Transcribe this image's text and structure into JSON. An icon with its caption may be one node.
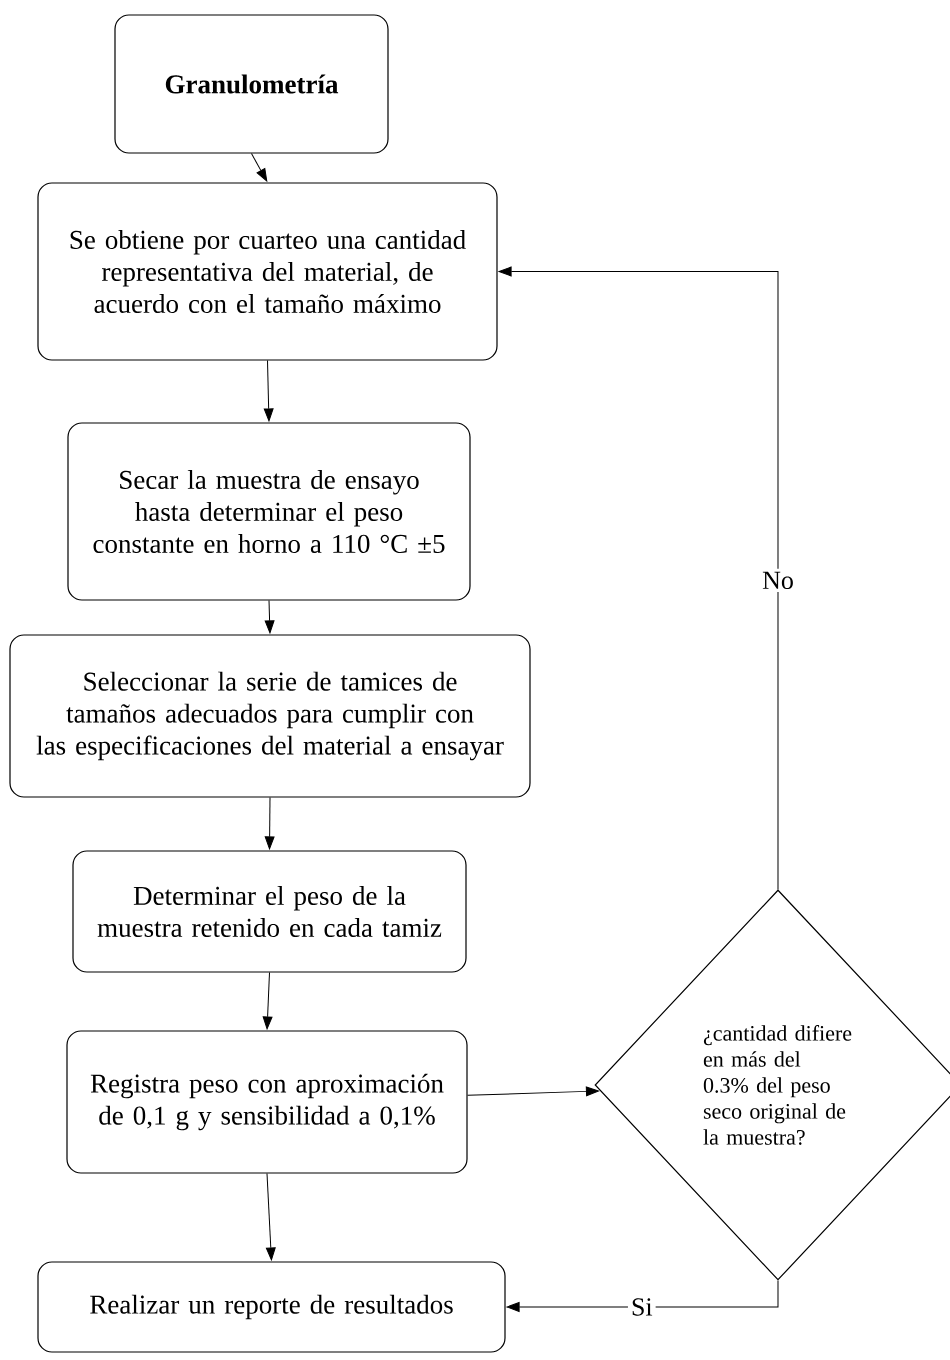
{
  "diagram": {
    "nodes": [
      {
        "text": [
          "Granulometría"
        ]
      },
      {
        "text": [
          "Se obtiene por cuarteo una cantidad representativa del material, de acuerdo con el tamaño máximo"
        ]
      },
      {
        "text": [
          "Secar la muestra de ensayo hasta determinar el peso constante en horno a 110 °C ±5"
        ]
      },
      {
        "text": [
          "Seleccionar la serie de tamices de tamaños adecuados para cumplir con las especificaciones del material a ensayar"
        ]
      },
      {
        "text": [
          "Determinar el peso de la muestra retenido en cada tamiz"
        ]
      },
      {
        "text": [
          "Registra peso con aproximación de 0,1 g y sensibilidad a 0,1%"
        ]
      },
      {
        "text": [
          "Realizar un reporte de resultados"
        ]
      },
      {
        "text": [
          "¿cantidad difiere en más del 0.3% del peso seco original de la muestra?"
        ]
      }
    ],
    "edges": [
      {
        "from": 0,
        "to": 1,
        "arrow": "to"
      },
      {
        "from": 1,
        "to": 2,
        "arrow": "to"
      },
      {
        "from": 2,
        "to": 3,
        "arrow": "to"
      },
      {
        "from": 3,
        "to": 4,
        "arrow": "to"
      },
      {
        "from": 4,
        "to": 5,
        "arrow": "to"
      },
      {
        "from": 5,
        "to": 6,
        "arrow": "to"
      },
      {
        "from": 5,
        "to": 7,
        "arrow": "to"
      },
      {
        "from": 7,
        "to": 1,
        "arrow": "to",
        "label": "No"
      },
      {
        "from": 7,
        "to": 6,
        "arrow": "to",
        "label": "Si"
      }
    ]
  }
}
